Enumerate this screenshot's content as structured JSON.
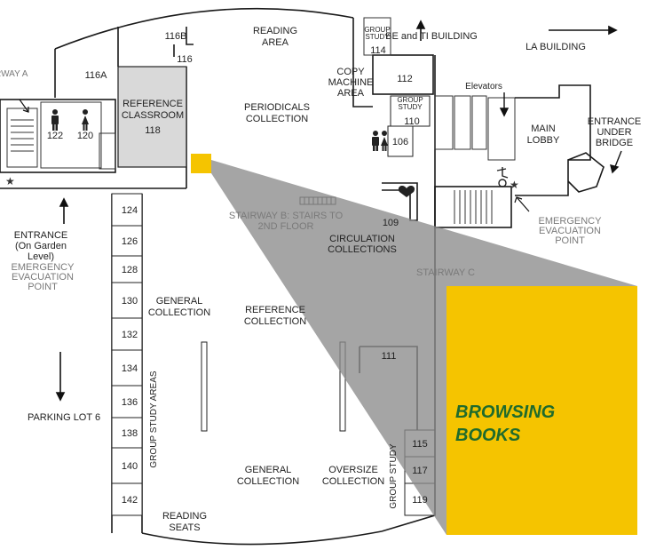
{
  "colors": {
    "highlight": "#f5c400",
    "browsing_text": "#1f6b2c",
    "wedge": "#8c8c8c",
    "wall": "#1a1a1a",
    "reference_room": "#d9d9d9",
    "evacuation_text": "#7a7a7a"
  },
  "labels": {
    "reading_area": [
      "READING",
      "AREA"
    ],
    "group_study_top": [
      "GROUP",
      "STUDY"
    ],
    "be_ti": "BE and TI BUILDING",
    "la_building": "LA BUILDING",
    "stairway_a": "STAIRWAY A",
    "reference_classroom": [
      "REFERENCE",
      "CLASSROOM"
    ],
    "periodicals": [
      "PERIODICALS",
      "COLLECTION"
    ],
    "copy_machine": [
      "COPY",
      "MACHINE",
      "AREA"
    ],
    "group_study_110": [
      "GROUP",
      "STUDY"
    ],
    "elevators": "Elevators",
    "main_lobby": [
      "MAIN",
      "LOBBY"
    ],
    "entrance_bridge": [
      "ENTRANCE",
      "UNDER",
      "BRIDGE"
    ],
    "stairway_b": [
      "STAIRWAY B: STAIRS TO",
      "2ND FLOOR"
    ],
    "circulation": [
      "CIRCULATION",
      "COLLECTIONS"
    ],
    "emergency_right": [
      "EMERGENCY",
      "EVACUATION",
      "POINT"
    ],
    "stairway_c": "STAIRWAY C",
    "entrance_garden": [
      "ENTRANCE",
      "(On Garden",
      "Level)"
    ],
    "emergency_left": [
      "EMERGENCY",
      "EVACUATION",
      "POINT"
    ],
    "general_collection_1": [
      "GENERAL",
      "COLLECTION"
    ],
    "reference_collection": [
      "REFERENCE",
      "COLLECTION"
    ],
    "parking_lot": "PARKING LOT 6",
    "group_study_areas": "GROUP STUDY AREAS",
    "general_collection_2": [
      "GENERAL",
      "COLLECTION"
    ],
    "oversize_collection": [
      "OVERSIZE",
      "COLLECTION"
    ],
    "group_study_vertical": "GROUP STUDY",
    "reading_seats": [
      "READING",
      "SEATS"
    ],
    "browsing_books": [
      "BROWSING",
      "BOOKS"
    ]
  },
  "rooms": {
    "r116b": "116B",
    "r116": "116",
    "r116a": "116A",
    "r114": "114",
    "r112": "112",
    "r110": "110",
    "r106": "106",
    "r122": "122",
    "r120": "120",
    "r118": "118",
    "r109": "109",
    "r111": "111",
    "r115": "115",
    "r117": "117",
    "r119": "119",
    "left_column": [
      "124",
      "126",
      "128",
      "130",
      "132",
      "134",
      "136",
      "138",
      "140",
      "142"
    ]
  }
}
